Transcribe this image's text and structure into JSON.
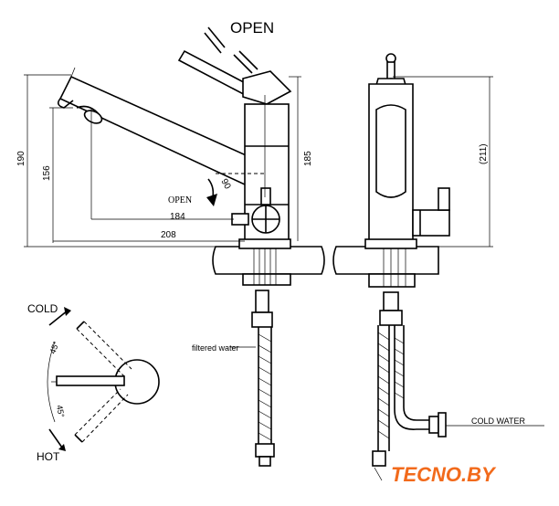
{
  "labels": {
    "open_top": "OPEN",
    "open_small": "OPEN",
    "cold": "COLD",
    "hot": "HOT",
    "filtered_water": "filtered water",
    "cold_water": "COLD WATER"
  },
  "dimensions": {
    "d190": "190",
    "d156": "156",
    "d185": "185",
    "d211": "(211)",
    "d184": "184",
    "d208": "208",
    "d90": "90",
    "angle_top": "45°",
    "angle_bottom": "45°"
  },
  "logo": {
    "text": "TECNO.BY",
    "color": "#f26a1b"
  }
}
